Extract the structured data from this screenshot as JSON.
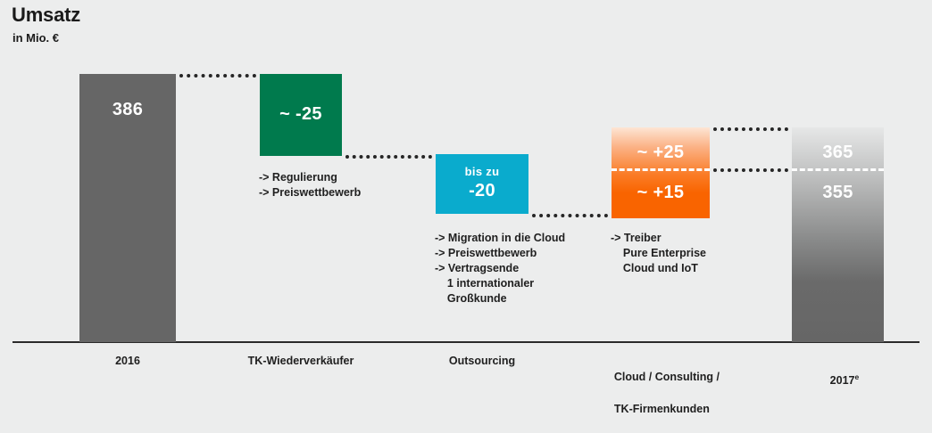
{
  "header": {
    "title": "Umsatz",
    "subtitle": "in Mio. €"
  },
  "chart_data": {
    "type": "bar",
    "subtype": "waterfall",
    "title": "Umsatz",
    "subtitle": "in Mio. €",
    "ylabel": "in Mio. €",
    "xlabel": "",
    "grid": false,
    "legend": false,
    "ylim": [
      0,
      420
    ],
    "categories": [
      "2016",
      "TK-Wiederverkäufer",
      "Outsourcing",
      "Cloud/Consulting/\nTK-Firmenkunden",
      "2017e"
    ],
    "values": [
      386,
      -25,
      -20,
      20,
      360
    ],
    "bars": [
      {
        "category": "2016",
        "kind": "total",
        "color": "#666666",
        "value": 386,
        "label": "386",
        "label_top": null,
        "label_bottom": null
      },
      {
        "category": "TK-Wiederverkäufer",
        "kind": "decrease",
        "color": "#007a4d",
        "value": -25,
        "label": "~ -25",
        "prefix": "",
        "label_top": null,
        "label_bottom": null
      },
      {
        "category": "Outsourcing",
        "kind": "decrease",
        "color": "#0aabcd",
        "value": -20,
        "label": "-20",
        "prefix": "bis zu",
        "label_top": null,
        "label_bottom": null
      },
      {
        "category": "Cloud/Consulting/TK-Firmenkunden",
        "kind": "increase-range",
        "color": "#f96400",
        "value_high": 25,
        "value_low": 15,
        "label_top": "~ +25",
        "label_bottom": "~ +15"
      },
      {
        "category": "2017e",
        "kind": "total-range",
        "color": "#666666",
        "value_high": 365,
        "value_low": 355,
        "label_top": "365",
        "label_bottom": "355"
      }
    ],
    "annotations": [
      {
        "for": "TK-Wiederverkäufer",
        "lines": [
          "-> Regulierung",
          "-> Preiswettbewerb"
        ]
      },
      {
        "for": "Outsourcing",
        "lines": [
          "-> Migration in die Cloud",
          "-> Preiswettbewerb",
          "-> Vertragsende",
          "   1 internationaler",
          "   Großkunde"
        ]
      },
      {
        "for": "Cloud/Consulting/TK-Firmenkunden",
        "lines": [
          "-> Treiber",
          "   Pure Enterprise",
          "   Cloud und IoT"
        ]
      }
    ],
    "category_labels": [
      {
        "text": "2016",
        "sup": ""
      },
      {
        "text": "TK-Wiederverkäufer",
        "sup": ""
      },
      {
        "text": "Outsourcing",
        "sup": ""
      },
      {
        "text": "Cloud/Consulting/\nTK-Firmenkunden",
        "sup": ""
      },
      {
        "text": "2017",
        "sup": "e"
      }
    ],
    "colors": {
      "background": "#eceded",
      "grey": "#666666",
      "green": "#007a4d",
      "cyan": "#0aabcd",
      "orange": "#f96400",
      "axis": "#2b2b2b",
      "text": "#1f1f1f",
      "bar_text": "#ffffff"
    }
  },
  "annotations_text": {
    "tk_line1": "-> Regulierung",
    "tk_line2": "-> Preiswettbewerb",
    "out_line1": "-> Migration in die Cloud",
    "out_line2": "-> Preiswettbewerb",
    "out_line3": "-> Vertragsende",
    "out_line4": "    1 internationaler",
    "out_line5": "    Großkunde",
    "cloud_line1": "-> Treiber",
    "cloud_line2": "    Pure Enterprise",
    "cloud_line3": "    Cloud und IoT"
  },
  "bar_labels": {
    "b1": "386",
    "b2": "~ -25",
    "b3_prefix": "bis zu",
    "b3": "-20",
    "b4_top": "~ +25",
    "b4_bottom": "~ +15",
    "b5_top": "365",
    "b5_bottom": "355"
  },
  "category_labels": {
    "c1": "2016",
    "c2": "TK-Wiederverkäufer",
    "c3": "Outsourcing",
    "c4_line1": "Cloud / Consulting /",
    "c4_line2": "TK-Firmenkunden",
    "c5": "2017",
    "c5_sup": "e"
  }
}
